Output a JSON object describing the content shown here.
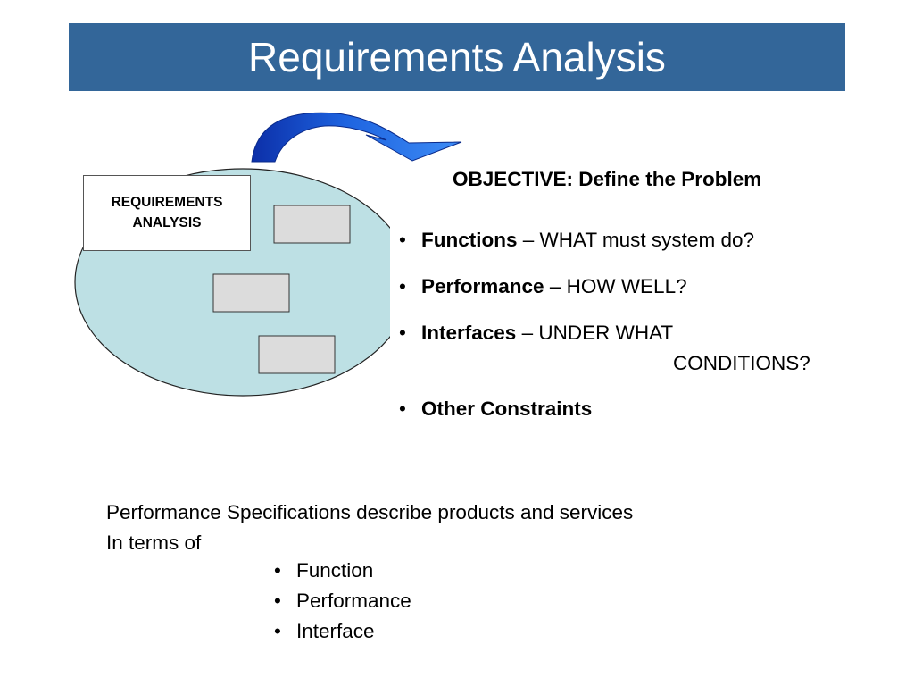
{
  "slide": {
    "title": "Requirements Analysis",
    "colors": {
      "banner": "#336699",
      "oval_fill": "#BDE0E4",
      "arrow": "#1E64E0",
      "box_fill": "#DCDCDC"
    }
  },
  "diagram": {
    "label_line1": "REQUIREMENTS",
    "label_line2": "ANALYSIS",
    "icons": [
      "curved-arrow-icon"
    ]
  },
  "objective": "OBJECTIVE:  Define the Problem",
  "criteria": [
    {
      "term": "Functions",
      "desc": " – WHAT must system do?"
    },
    {
      "term": "Performance",
      "desc": " – HOW  WELL?"
    },
    {
      "term": "Interfaces",
      "desc": " – UNDER WHAT",
      "continuation": "CONDITIONS?"
    },
    {
      "term": "Other Constraints",
      "desc": ""
    }
  ],
  "performance_specs": {
    "line1": "Performance Specifications describe products and services",
    "line2": "In terms of",
    "items": [
      "Function",
      "Performance",
      "Interface"
    ]
  }
}
